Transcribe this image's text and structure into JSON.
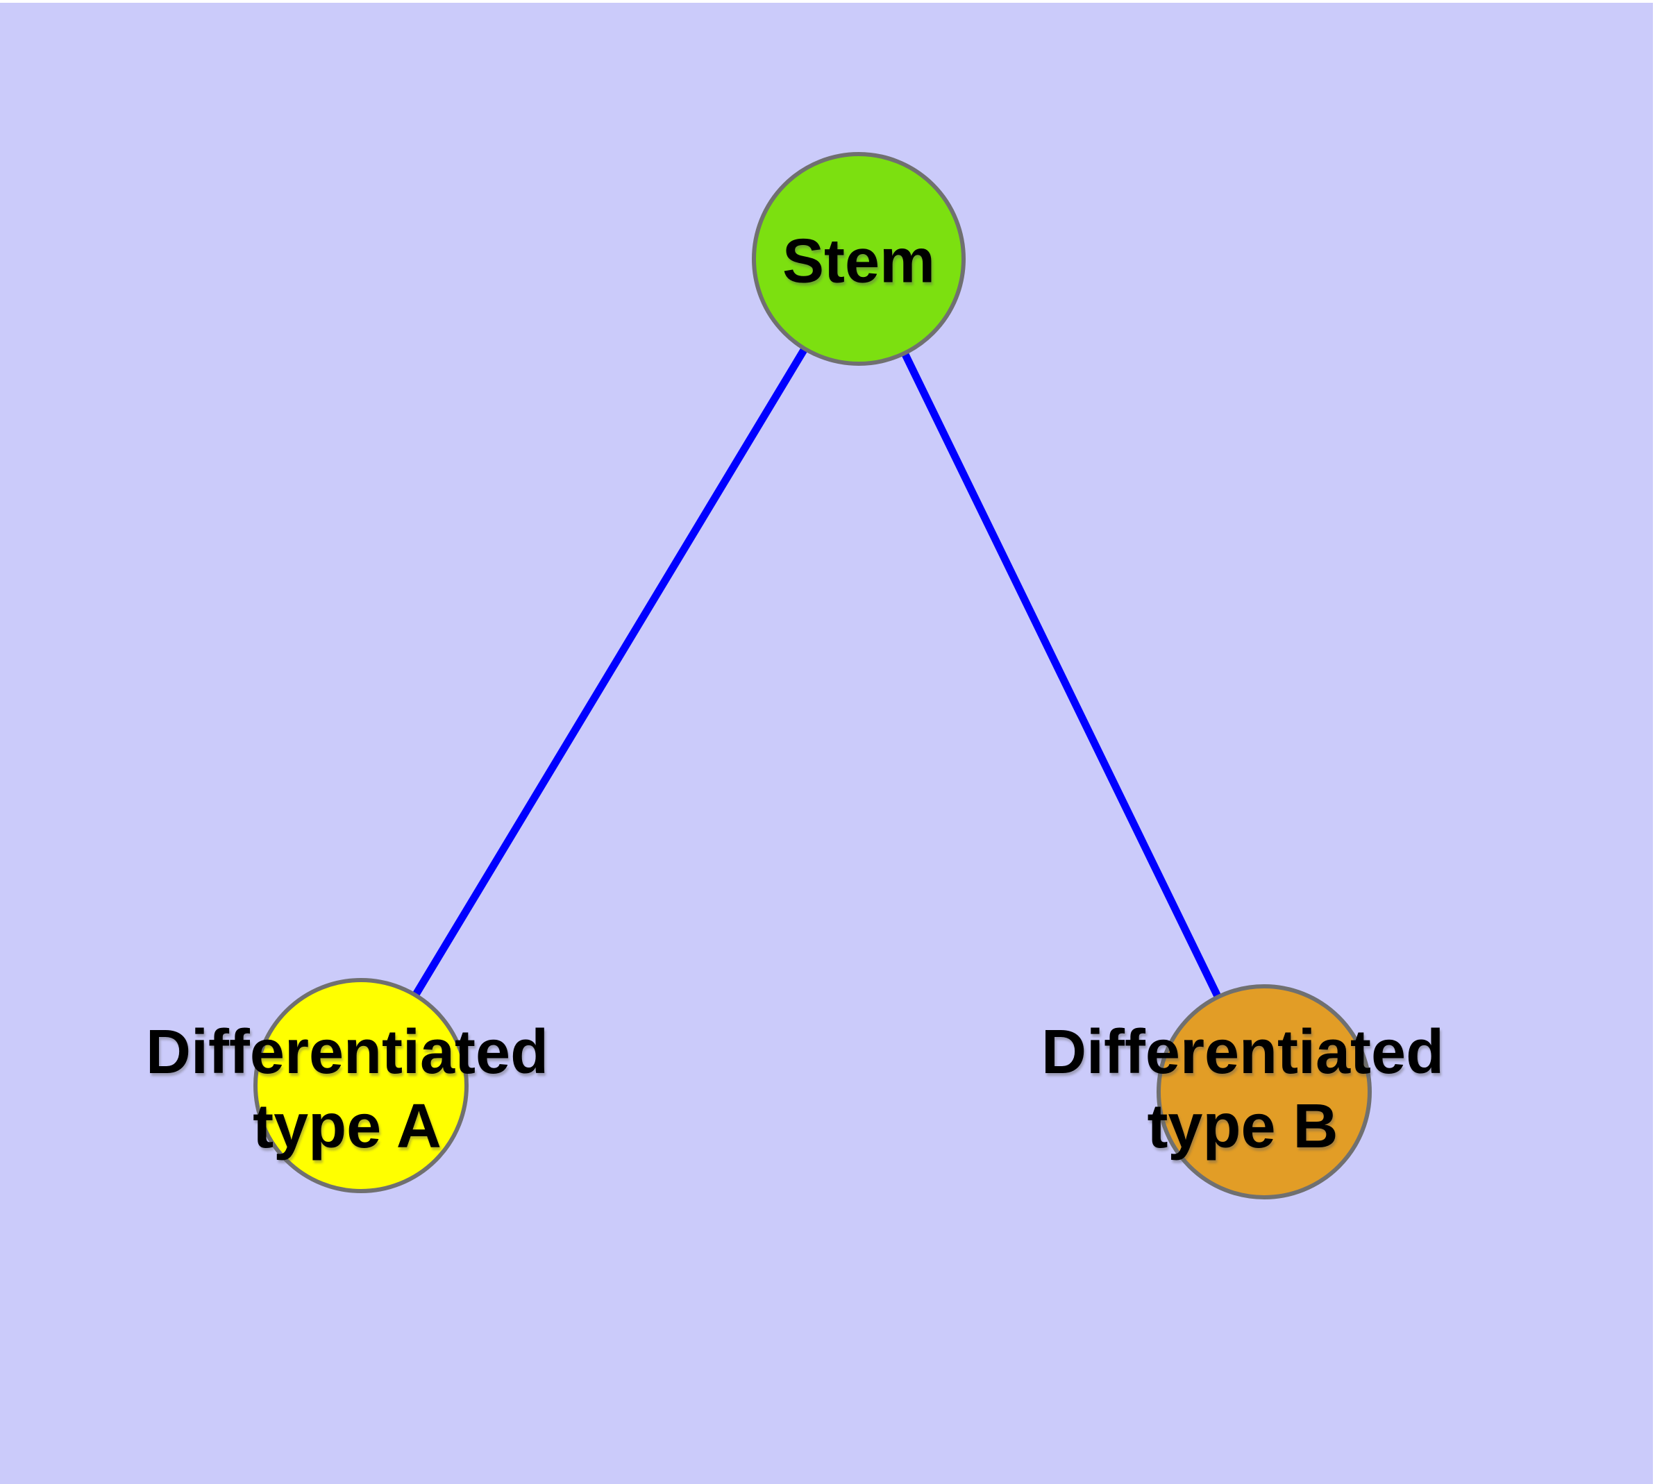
{
  "canvas": {
    "background_color": "#CBCBFA",
    "margin_color": "#FFFFFF"
  },
  "diagram": {
    "type": "node-link-graph",
    "nodes": [
      {
        "id": "stem",
        "label": "Stem",
        "fill_color": "#7CE010",
        "border_color": "#707070",
        "text_color": "#000000"
      },
      {
        "id": "differentiated-type-a",
        "label": "Differentiated type A",
        "label_line1": "Differentiated",
        "label_line2": "type A",
        "fill_color": "#FFFF00",
        "border_color": "#707070",
        "text_color": "#000000"
      },
      {
        "id": "differentiated-type-b",
        "label": "Differentiated type B",
        "label_line1": "Differentiated",
        "label_line2": "type B",
        "fill_color": "#E29D26",
        "border_color": "#707070",
        "text_color": "#000000"
      }
    ],
    "edges": [
      {
        "from": "stem",
        "to": "differentiated-type-a",
        "color": "#0000FF"
      },
      {
        "from": "stem",
        "to": "differentiated-type-b",
        "color": "#0000FF"
      }
    ]
  }
}
